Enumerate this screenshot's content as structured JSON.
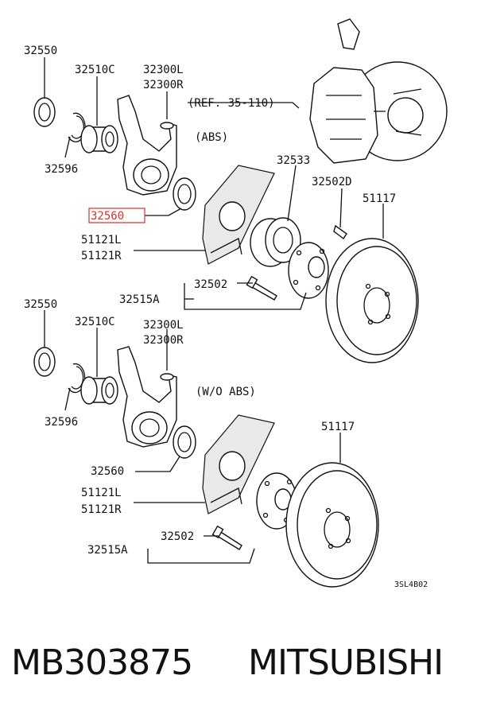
{
  "figure_code": "3SL4B02",
  "footer": {
    "part_number": "MB303875",
    "brand": "MITSUBISHI"
  },
  "highlight_color": "#e0302a",
  "top_assembly": {
    "variant_label": "(ABS)",
    "ref_label": "(REF. 35-110)",
    "labels": {
      "oil_seal": "32550",
      "bearing": "32510C",
      "knuckle_l": "32300L",
      "knuckle_r": "32300R",
      "snap_ring": "32596",
      "inner_seal": "32560",
      "dust_cover_l": "51121L",
      "dust_cover_r": "51121R",
      "sensor_rotor": "32533",
      "bolt": "32502D",
      "rotor": "51117",
      "hub_bolt": "32502",
      "hub": "32515A"
    }
  },
  "bottom_assembly": {
    "variant_label": "(W/O ABS)",
    "labels": {
      "oil_seal": "32550",
      "bearing": "32510C",
      "knuckle_l": "32300L",
      "knuckle_r": "32300R",
      "snap_ring": "32596",
      "inner_seal": "32560",
      "dust_cover_l": "51121L",
      "dust_cover_r": "51121R",
      "rotor": "51117",
      "hub_bolt": "32502",
      "hub": "32515A"
    }
  }
}
